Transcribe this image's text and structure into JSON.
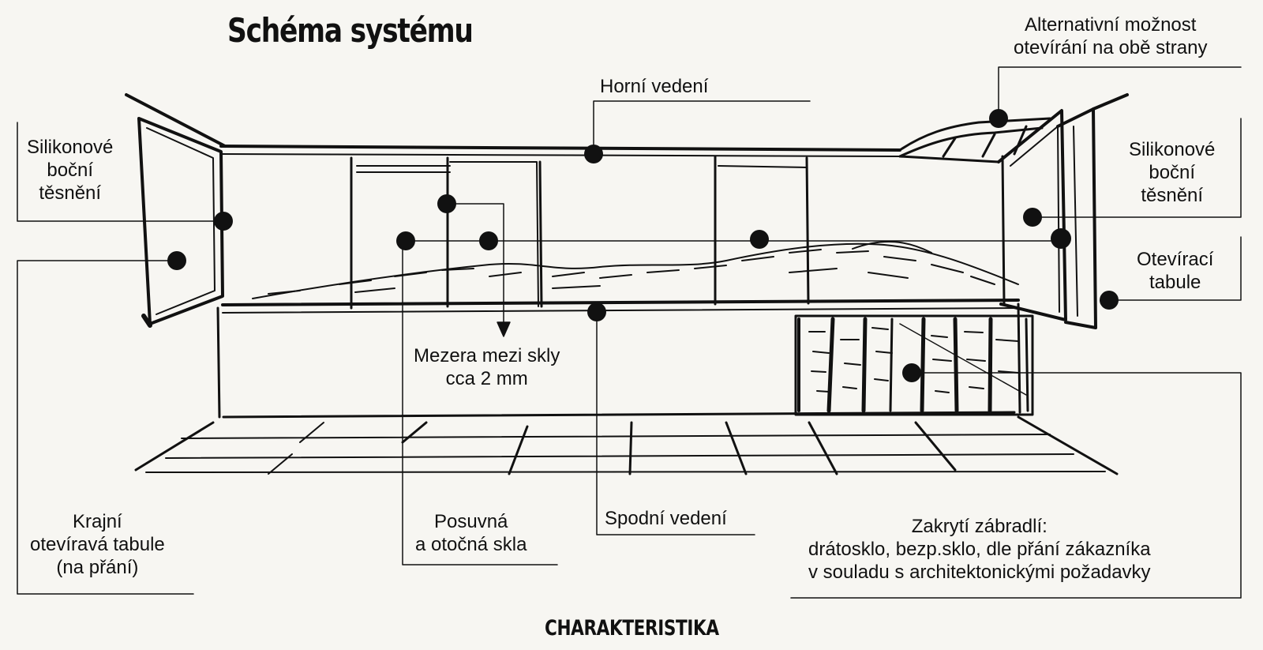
{
  "title": "Schéma systému",
  "subtitle": "CHARAKTERISTIKA",
  "labels": {
    "silicone_left": "Silikonové\nboční\ntěsnění",
    "top_guide": "Horní vedení",
    "alternative_opening": "Alternativní možnost\notevírání na obě strany",
    "silicone_right": "Silikonové\nboční\ntěsnění",
    "opening_pane": "Otevírací\ntabule",
    "gap": "Mezera mezi skly\ncca 2 mm",
    "edge_pane": "Krajní\notevíravá tabule\n(na přání)",
    "sliding_glass": "Posuvná\na otočná skla",
    "bottom_guide": "Spodní vedení",
    "railing_cover": "Zakrytí zábradlí:\ndrátosklo, bezp.sklo, dle přání zákazníka\nv souladu s architektonickými požadavky"
  }
}
